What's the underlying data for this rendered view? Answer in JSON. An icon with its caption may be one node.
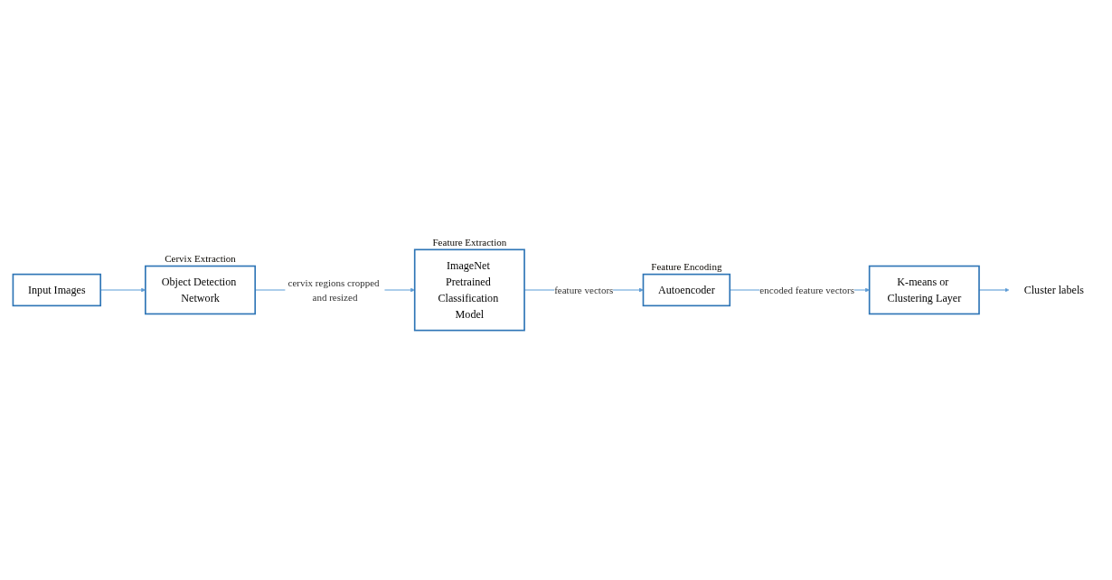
{
  "diagram": {
    "nodes": [
      {
        "text": [
          "Input Images"
        ]
      },
      {
        "text": [
          "Object Detection Network"
        ],
        "beside": [
          "Cervix Extraction"
        ]
      },
      {
        "text": [
          "ImageNet Pretrained Classification Model"
        ],
        "beside": [
          "Feature Extraction"
        ]
      },
      {
        "text": [
          "Autoencoder"
        ],
        "beside": [
          "Feature Encoding"
        ]
      },
      {
        "text": [
          "K-means or Clustering Layer"
        ]
      },
      {
        "text": [
          "Cluster labels"
        ]
      }
    ],
    "edges": [
      {
        "from": 0,
        "to": 1,
        "arrow": "to"
      },
      {
        "from": 1,
        "to": 2,
        "arrow": "to",
        "label": "cervix regions cropped and resized"
      },
      {
        "from": 2,
        "to": 3,
        "arrow": "to",
        "label": "feature vectors"
      },
      {
        "from": 3,
        "to": 4,
        "arrow": "to",
        "label": "encoded feature vectors"
      },
      {
        "from": 4,
        "to": 5,
        "arrow": "to"
      }
    ]
  }
}
